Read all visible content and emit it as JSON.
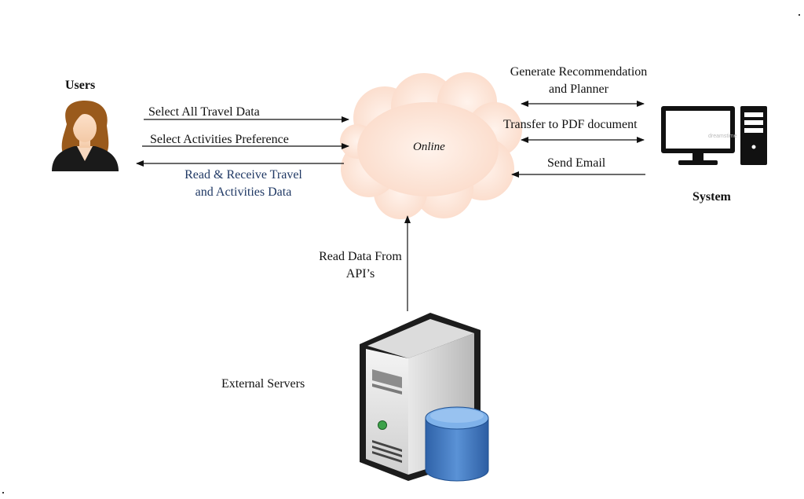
{
  "nodes": {
    "users": {
      "label": "Users"
    },
    "system": {
      "label": "System"
    },
    "online": {
      "label": "Online"
    },
    "external": {
      "label": "External Servers"
    }
  },
  "edges": {
    "select_travel": {
      "label": "Select All Travel Data"
    },
    "select_activities": {
      "label": "Select Activities Preference"
    },
    "receive_line1": {
      "label": "Read & Receive Travel"
    },
    "receive_line2": {
      "label": "and Activities Data"
    },
    "generate_line1": {
      "label": "Generate Recommendation"
    },
    "generate_line2": {
      "label": "and Planner"
    },
    "pdf": {
      "label": "Transfer to PDF document"
    },
    "email": {
      "label": "Send Email"
    },
    "api_line1": {
      "label": "Read Data From"
    },
    "api_line2": {
      "label": "API’s"
    }
  },
  "colors": {
    "cloud": "#fde6da",
    "receive_text": "#1f3864",
    "hair": "#9a5a1c",
    "db": "#3f77bd"
  }
}
